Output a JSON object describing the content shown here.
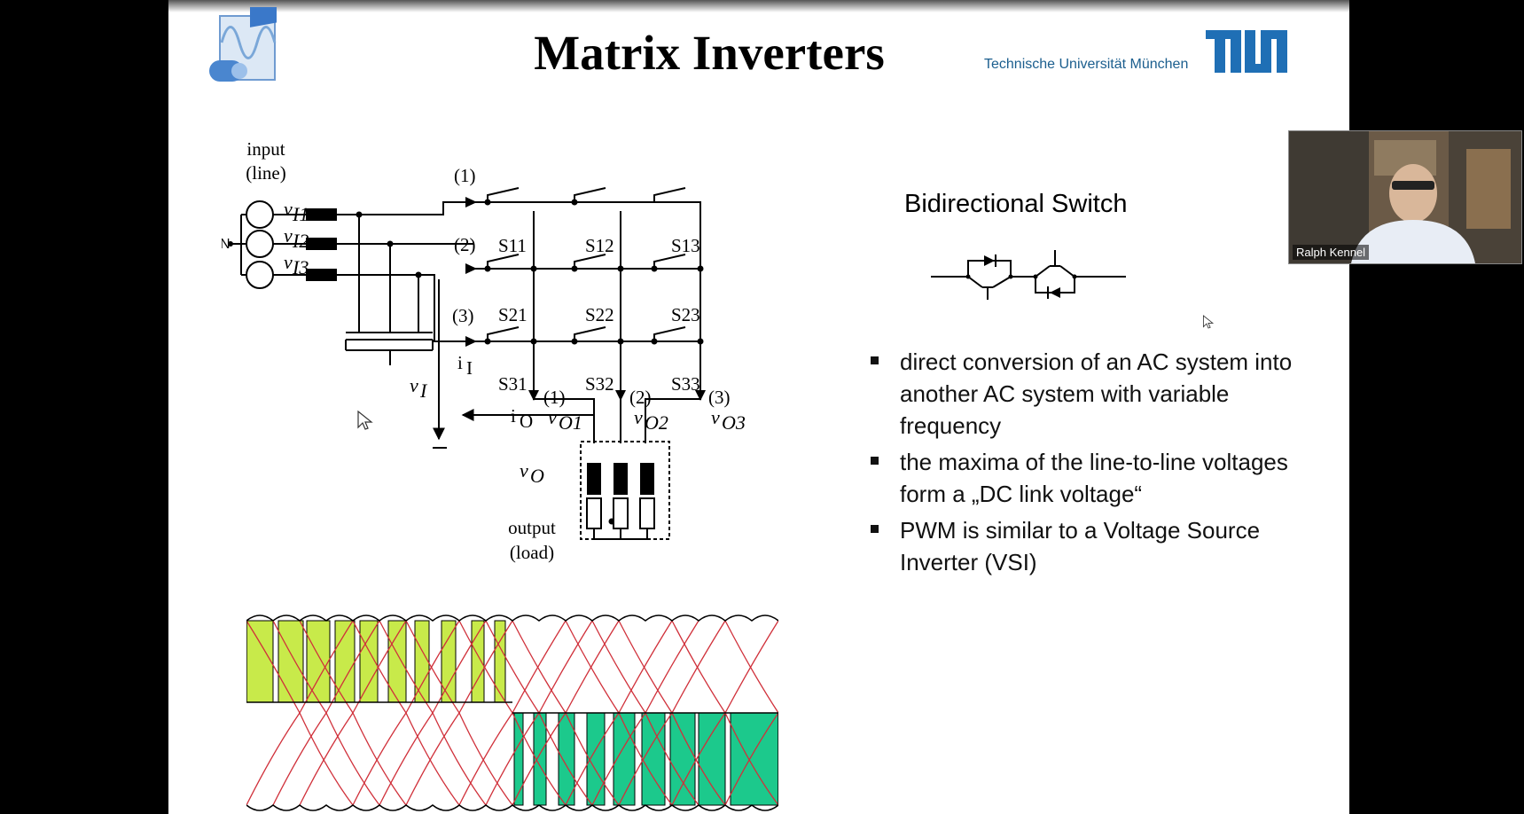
{
  "slide": {
    "title": "Matrix Inverters",
    "university": "Technische Universität München",
    "tum_logo_text": "TUM"
  },
  "circuit": {
    "input_label_1": "input",
    "input_label_2": "(line)",
    "neutral": "N",
    "sources": [
      "v",
      "v",
      "v"
    ],
    "source_subs": [
      "I1",
      "I2",
      "I3"
    ],
    "input_lines": [
      "(1)",
      "(2)",
      "(3)"
    ],
    "switches": [
      "S11",
      "S12",
      "S13",
      "S21",
      "S22",
      "S23",
      "S31",
      "S32",
      "S33"
    ],
    "current_in": "i",
    "current_in_sub": "I",
    "voltage_in": "v",
    "voltage_in_sub": "I",
    "current_out": "i",
    "current_out_sub": "O",
    "output_lines": [
      "(1)",
      "(2)",
      "(3)"
    ],
    "out_voltages": [
      "v",
      "v",
      "v"
    ],
    "out_voltage_subs": [
      "O1",
      "O2",
      "O3"
    ],
    "voltage_out": "v",
    "voltage_out_sub": "O",
    "output_label_1": "output",
    "output_label_2": "(load)"
  },
  "bidirectional_switch": {
    "title": "Bidirectional Switch"
  },
  "bullets": [
    "direct conversion of an AC system into another AC system with variable frequency",
    "the maxima of the line-to-line voltages form a „DC link voltage“",
    "PWM is similar to a Voltage Source Inverter (VSI)"
  ],
  "webcam": {
    "participant_name": "Ralph Kennel"
  },
  "colors": {
    "tum_blue": "#1f6fb5",
    "wave_red": "#d0303a",
    "pwm_yellow_green": "#c8ea4a",
    "pwm_teal": "#1cc98c"
  }
}
